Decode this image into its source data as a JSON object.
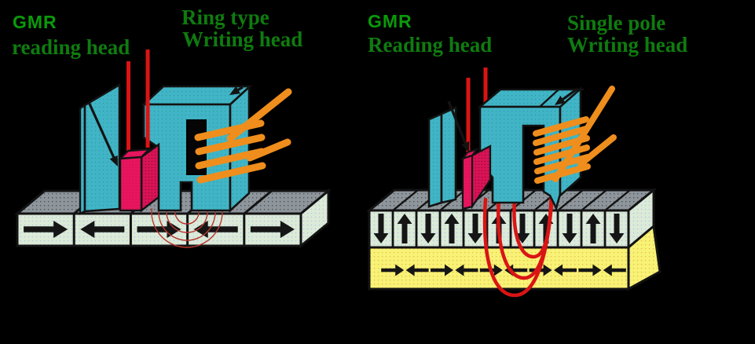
{
  "left_diagram": {
    "name": "longitudinal recording with ring type writing head",
    "reader_label": {
      "line1": "GMR",
      "line2": "reading head"
    },
    "writer_label": {
      "line1": "Ring type",
      "line2": "Writing head"
    },
    "medium_magnetization": [
      "right",
      "left",
      "right",
      "left",
      "right"
    ],
    "field_arc_count": 4
  },
  "right_diagram": {
    "name": "perpendicular recording with single pole writing head",
    "reader_label": {
      "line1": "GMR",
      "line2": "Reading head"
    },
    "writer_label": {
      "line1": "Single pole",
      "line2": "Writing head"
    },
    "medium_magnetization": [
      "down",
      "up",
      "down",
      "up",
      "down",
      "up",
      "down",
      "up",
      "down",
      "up",
      "down"
    ],
    "soft_underlayer_magnetization": [
      "right",
      "left",
      "right",
      "left",
      "right",
      "left",
      "right",
      "left",
      "right",
      "left"
    ],
    "field_loop_count": 3
  },
  "colors": {
    "background": "#000000",
    "head_teal": "#41b5c5",
    "sensor_crimson": "#e8155e",
    "coil_orange": "#ef8e1d",
    "field_red": "#da1414",
    "label_green": "#0f7b0f",
    "medium_mint": "#dcead8",
    "medium_gray_top": "#8e969c",
    "underlayer_yellow": "#f8f276",
    "arrow_black": "#151515"
  }
}
